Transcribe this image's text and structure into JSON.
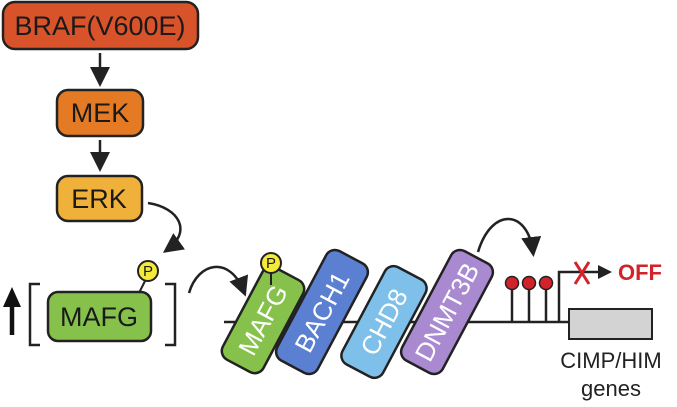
{
  "pathway": {
    "braf": "BRAF(V600E)",
    "mek": "MEK",
    "erk": "ERK",
    "mafg": "MAFG"
  },
  "phospho_label": "P",
  "complex": {
    "mafg": "MAFG",
    "bach1": "BACH1",
    "chd8": "CHD8",
    "dnmt3b": "DNMT3B"
  },
  "status": "OFF",
  "genes": {
    "line1": "CIMP/HIM",
    "line2": "genes"
  },
  "colors": {
    "braf": "#d9532a",
    "mek": "#e57a24",
    "erk": "#f0b13a",
    "mafg": "#86c24b",
    "bach1": "#5b7fd1",
    "chd8": "#7fc0ea",
    "dnmt3b": "#a98ad0",
    "phospho": "#f4ea3a",
    "methyl": "#d2232a",
    "off": "#d2232a",
    "gene_box": "#d3d3d3"
  }
}
